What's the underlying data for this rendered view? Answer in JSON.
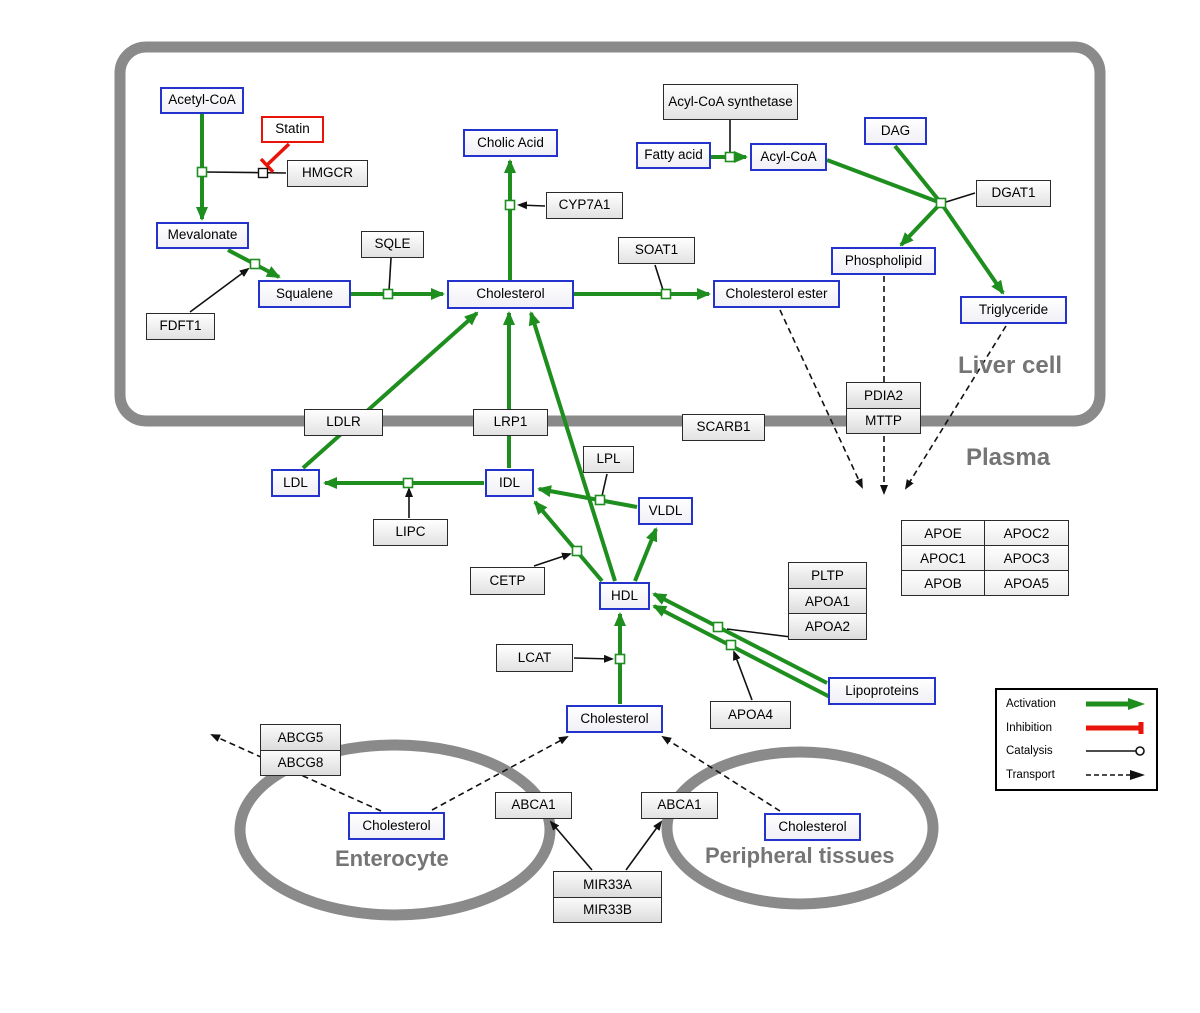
{
  "compartments": {
    "liver": "Liver cell",
    "plasma": "Plasma",
    "enterocyte": "Enterocyte",
    "peripheral": "Peripheral tissues"
  },
  "nodes": {
    "acetyl_coa": "Acetyl-CoA",
    "statin": "Statin",
    "hmgcr": "HMGCR",
    "mevalonate": "Mevalonate",
    "sqle": "SQLE",
    "squalene": "Squalene",
    "fdft1": "FDFT1",
    "cholic_acid": "Cholic Acid",
    "cyp7a1": "CYP7A1",
    "cholesterol_liver": "Cholesterol",
    "soat1": "SOAT1",
    "cholesterol_ester": "Cholesterol ester",
    "acyl_coa_synthetase": "Acyl-CoA synthetase",
    "fatty_acid": "Fatty acid",
    "acyl_coa": "Acyl-CoA",
    "dag": "DAG",
    "dgat1": "DGAT1",
    "phospholipid": "Phospholipid",
    "triglyceride": "Triglyceride",
    "ldlr": "LDLR",
    "lrp1": "LRP1",
    "scarb1": "SCARB1",
    "ldl": "LDL",
    "idl": "IDL",
    "vldl": "VLDL",
    "lpl": "LPL",
    "lipc": "LIPC",
    "cetp": "CETP",
    "hdl": "HDL",
    "lcat": "LCAT",
    "apoa4": "APOA4",
    "lipoproteins": "Lipoproteins",
    "cholesterol_plasma": "Cholesterol",
    "cholesterol_enterocyte": "Cholesterol",
    "abca1_left": "ABCA1",
    "abca1_right": "ABCA1",
    "cholesterol_peripheral": "Cholesterol"
  },
  "stacks": {
    "pdia2_mttp": [
      "PDIA2",
      "MTTP"
    ],
    "pltp": [
      "PLTP",
      "APOA1",
      "APOA2"
    ],
    "abcg": [
      "ABCG5",
      "ABCG8"
    ],
    "mir33": [
      "MIR33A",
      "MIR33B"
    ]
  },
  "apo_table": {
    "rows": [
      [
        "APOE",
        "APOC2"
      ],
      [
        "APOC1",
        "APOC3"
      ],
      [
        "APOB",
        "APOA5"
      ]
    ]
  },
  "legend": {
    "activation": "Activation",
    "inhibition": "Inhibition",
    "catalysis": "Catalysis",
    "transport": "Transport"
  },
  "colors": {
    "activation_green": "#1e8e1e",
    "inhibition_red": "#e81309",
    "metabolite_blue_border": "#2433cc",
    "compartment_gray": "#8a8a8a"
  },
  "interactions": [
    {
      "source": "Acetyl-CoA",
      "target": "Mevalonate",
      "type": "conversion",
      "catalyst": "HMGCR"
    },
    {
      "source": "Statin",
      "target": "HMGCR",
      "type": "inhibition"
    },
    {
      "source": "Mevalonate",
      "target": "Squalene",
      "type": "conversion",
      "catalyst": "FDFT1"
    },
    {
      "source": "Squalene",
      "target": "Cholesterol",
      "type": "conversion",
      "catalyst": "SQLE"
    },
    {
      "source": "Cholesterol",
      "target": "Cholic Acid",
      "type": "conversion",
      "catalyst": "CYP7A1"
    },
    {
      "source": "Cholesterol",
      "target": "Cholesterol ester",
      "type": "conversion",
      "catalyst": "SOAT1"
    },
    {
      "source": "Fatty acid",
      "target": "Acyl-CoA",
      "type": "conversion",
      "catalyst": "Acyl-CoA synthetase"
    },
    {
      "source": "Acyl-CoA",
      "target": "Triglyceride",
      "type": "conversion",
      "catalyst": "DGAT1"
    },
    {
      "source": "DAG",
      "target": "Phospholipid",
      "type": "conversion",
      "catalyst": "DGAT1"
    },
    {
      "source": "LDL",
      "target": "Cholesterol",
      "type": "activation",
      "via": "LDLR"
    },
    {
      "source": "IDL",
      "target": "Cholesterol",
      "type": "activation",
      "via": "LRP1"
    },
    {
      "source": "HDL",
      "target": "Cholesterol",
      "type": "activation",
      "via": "SCARB1"
    },
    {
      "source": "VLDL",
      "target": "IDL",
      "type": "conversion",
      "catalyst": "LPL"
    },
    {
      "source": "IDL",
      "target": "LDL",
      "type": "conversion",
      "catalyst": "LIPC"
    },
    {
      "source": "HDL",
      "target": "IDL",
      "type": "conversion",
      "catalyst": "CETP"
    },
    {
      "source": "HDL",
      "target": "VLDL",
      "type": "activation"
    },
    {
      "source": "Cholesterol (plasma)",
      "target": "HDL",
      "type": "conversion",
      "catalyst": "LCAT"
    },
    {
      "source": "Lipoproteins",
      "target": "HDL",
      "type": "activation",
      "catalysts": [
        "PLTP",
        "APOA1",
        "APOA2",
        "APOA4"
      ]
    },
    {
      "source": "Cholesterol ester",
      "target": "plasma",
      "type": "transport"
    },
    {
      "source": "Phospholipid",
      "target": "plasma",
      "type": "transport",
      "via": "PDIA2/MTTP"
    },
    {
      "source": "Triglyceride",
      "target": "plasma",
      "type": "transport"
    },
    {
      "source": "Cholesterol (enterocyte)",
      "target": "Cholesterol (plasma)",
      "type": "transport",
      "via": "ABCA1"
    },
    {
      "source": "Cholesterol (enterocyte)",
      "target": "efflux",
      "type": "transport",
      "via": "ABCG5/ABCG8"
    },
    {
      "source": "Cholesterol (peripheral tissues)",
      "target": "Cholesterol (plasma)",
      "type": "transport",
      "via": "ABCA1"
    },
    {
      "source": "MIR33A/MIR33B",
      "target": "ABCA1",
      "type": "regulation"
    }
  ]
}
